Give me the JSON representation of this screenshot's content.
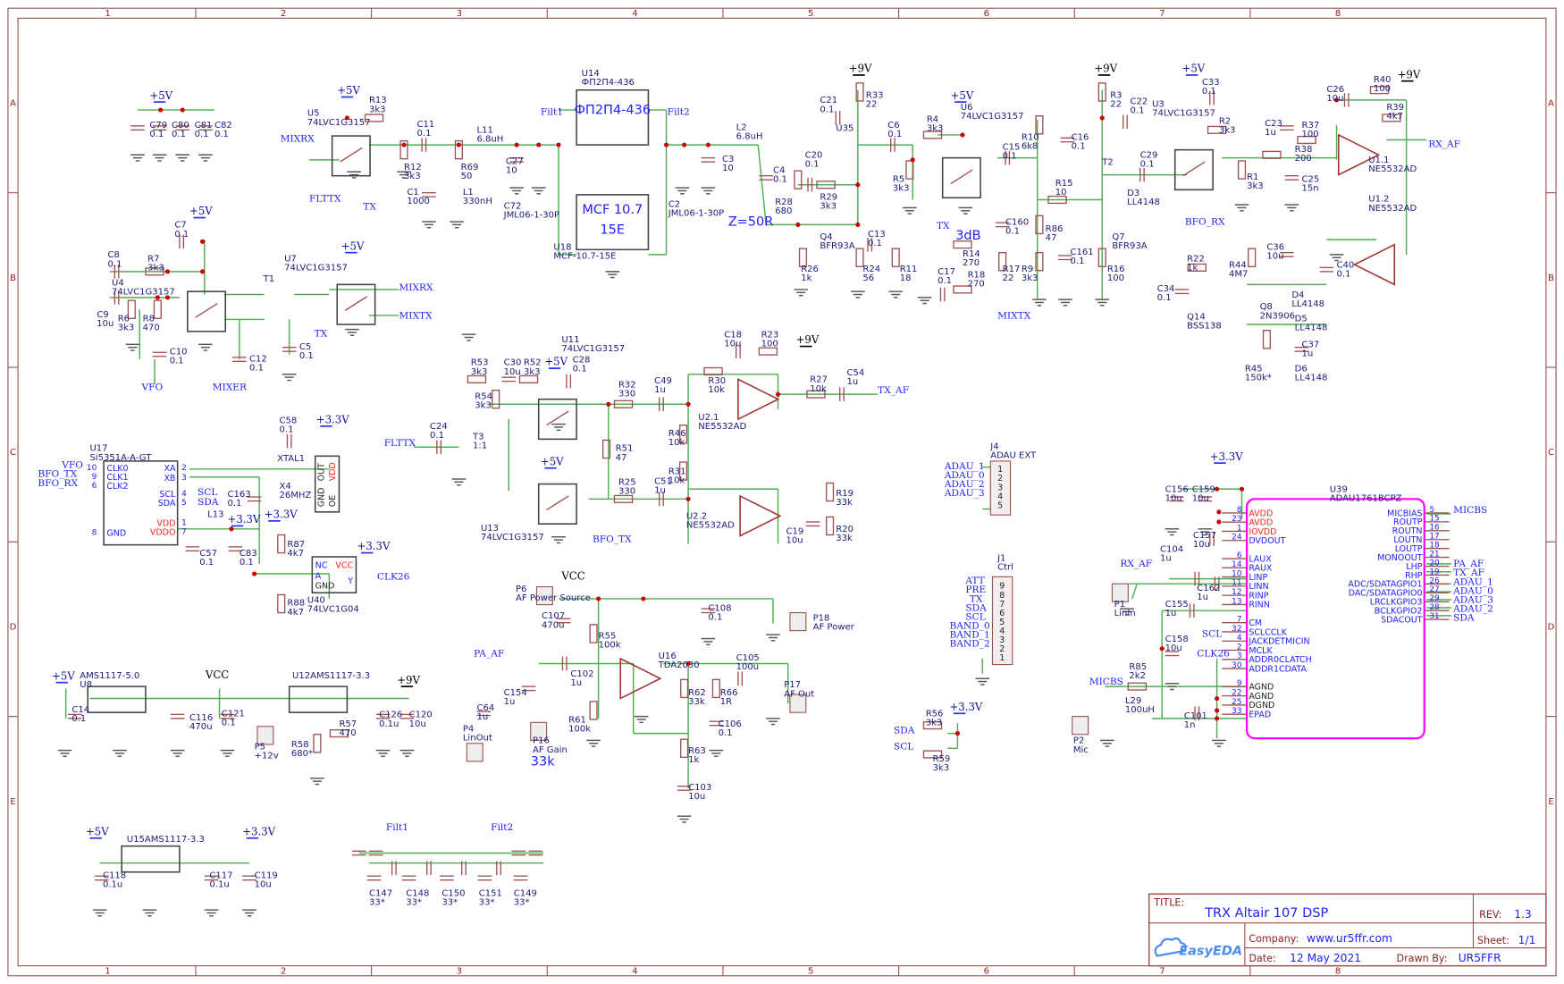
{
  "colors": {
    "wire": "#4fae4f",
    "component": "#a05050",
    "net_label": "#2020ff",
    "junction": "#cc0000",
    "u39_outline": "#ff00ff",
    "frame": "#a05050"
  },
  "grid": {
    "columns": [
      "1",
      "2",
      "3",
      "4",
      "5",
      "6",
      "7",
      "8"
    ],
    "rows": [
      "A",
      "B",
      "C",
      "D",
      "E"
    ]
  },
  "title_block": {
    "title_label": "TITLE:",
    "title": "TRX Altair 107 DSP",
    "rev_label": "REV:",
    "rev": "1.3",
    "company_label": "Company:",
    "company": "www.ur5ffr.com",
    "sheet_label": "Sheet:",
    "sheet": "1/1",
    "date_label": "Date:",
    "date": "12 May 2021",
    "drawn_label": "Drawn By:",
    "drawn": "UR5FFR",
    "logo": "EasyEDA"
  },
  "components": [
    {
      "ref": "C79",
      "value": "0.1"
    },
    {
      "ref": "C80",
      "value": "0.1"
    },
    {
      "ref": "C81",
      "value": "0.1"
    },
    {
      "ref": "C82",
      "value": "0.1"
    },
    {
      "ref": "U5",
      "value": "74LVC1G3157"
    },
    {
      "ref": "R13",
      "value": "3k3"
    },
    {
      "ref": "R12",
      "value": "3k3"
    },
    {
      "ref": "C11",
      "value": "0.1"
    },
    {
      "ref": "R69",
      "value": "50"
    },
    {
      "ref": "L11",
      "value": "6.8uH"
    },
    {
      "ref": "C1",
      "value": "1000"
    },
    {
      "ref": "L1",
      "value": "330nH"
    },
    {
      "ref": "C27",
      "value": "10"
    },
    {
      "ref": "C72",
      "value": "JML06-1-30P"
    },
    {
      "ref": "U14",
      "value": "ФП2П4-436"
    },
    {
      "ref": "U18",
      "value": "MCF-10.7-15E"
    },
    {
      "ref": "C2",
      "value": "JML06-1-30P"
    },
    {
      "ref": "C3",
      "value": "10"
    },
    {
      "ref": "L2",
      "value": "6.8uH"
    },
    {
      "ref": "C4",
      "value": "0.1"
    },
    {
      "ref": "R28",
      "value": "680"
    },
    {
      "ref": "C20",
      "value": "0.1"
    },
    {
      "ref": "R29",
      "value": "3k3"
    },
    {
      "ref": "C21",
      "value": "0.1"
    },
    {
      "ref": "R33",
      "value": "22"
    },
    {
      "ref": "U35",
      "value": ""
    },
    {
      "ref": "C6",
      "value": "0.1"
    },
    {
      "ref": "Q4",
      "value": "BFR93A"
    },
    {
      "ref": "C13",
      "value": "0.1"
    },
    {
      "ref": "R26",
      "value": "1k"
    },
    {
      "ref": "R24",
      "value": "56"
    },
    {
      "ref": "R11",
      "value": "18"
    },
    {
      "ref": "R4",
      "value": "3k3"
    },
    {
      "ref": "U6",
      "value": "74LVC1G3157"
    },
    {
      "ref": "R5",
      "value": "3k3"
    },
    {
      "ref": "R10",
      "value": "6k8"
    },
    {
      "ref": "C15",
      "value": "0.1"
    },
    {
      "ref": "C160",
      "value": "0.1"
    },
    {
      "ref": "R14",
      "value": "270"
    },
    {
      "ref": "R18",
      "value": "270"
    },
    {
      "ref": "C17",
      "value": "0.1"
    },
    {
      "ref": "R17",
      "value": "22"
    },
    {
      "ref": "R9",
      "value": "3k3"
    },
    {
      "ref": "C16",
      "value": "0.1"
    },
    {
      "ref": "R15",
      "value": "10"
    },
    {
      "ref": "R86",
      "value": "47"
    },
    {
      "ref": "C161",
      "value": "0.1"
    },
    {
      "ref": "R3",
      "value": "22"
    },
    {
      "ref": "C22",
      "value": "0.1"
    },
    {
      "ref": "T2",
      "value": ""
    },
    {
      "ref": "C29",
      "value": "0.1"
    },
    {
      "ref": "D3",
      "value": "LL4148"
    },
    {
      "ref": "Q7",
      "value": "BFR93A"
    },
    {
      "ref": "R16",
      "value": "100"
    },
    {
      "ref": "C33",
      "value": "0.1"
    },
    {
      "ref": "U3",
      "value": "74LVC1G3157"
    },
    {
      "ref": "R2",
      "value": "3k3"
    },
    {
      "ref": "R1",
      "value": "3k3"
    },
    {
      "ref": "C23",
      "value": "1u"
    },
    {
      "ref": "R37",
      "value": "100"
    },
    {
      "ref": "R38",
      "value": "200"
    },
    {
      "ref": "C25",
      "value": "15n"
    },
    {
      "ref": "C26",
      "value": "10u"
    },
    {
      "ref": "R40",
      "value": "100"
    },
    {
      "ref": "R39",
      "value": "4k7"
    },
    {
      "ref": "U1.1",
      "value": "NE5532AD"
    },
    {
      "ref": "U1.2",
      "value": "NE5532AD"
    },
    {
      "ref": "C36",
      "value": "10u"
    },
    {
      "ref": "R44",
      "value": "4M7"
    },
    {
      "ref": "R22",
      "value": "1k"
    },
    {
      "ref": "C34",
      "value": "0.1"
    },
    {
      "ref": "Q14",
      "value": "BSS138"
    },
    {
      "ref": "Q8",
      "value": "2N3906"
    },
    {
      "ref": "D4",
      "value": "LL4148"
    },
    {
      "ref": "D5",
      "value": "LL4148"
    },
    {
      "ref": "C37",
      "value": "1u"
    },
    {
      "ref": "D6",
      "value": "LL4148"
    },
    {
      "ref": "R45",
      "value": "150k*"
    },
    {
      "ref": "C40",
      "value": "0.1"
    },
    {
      "ref": "C7",
      "value": "0.1"
    },
    {
      "ref": "C8",
      "value": "0.1"
    },
    {
      "ref": "R7",
      "value": "3k3"
    },
    {
      "ref": "U4",
      "value": "74LVC1G3157"
    },
    {
      "ref": "C9",
      "value": "10u"
    },
    {
      "ref": "R6",
      "value": "3k3"
    },
    {
      "ref": "R8",
      "value": "470"
    },
    {
      "ref": "C10",
      "value": "0.1"
    },
    {
      "ref": "T1",
      "value": ""
    },
    {
      "ref": "C12",
      "value": "0.1"
    },
    {
      "ref": "C5",
      "value": "0.1"
    },
    {
      "ref": "U7",
      "value": "74LVC1G3157"
    },
    {
      "ref": "U11",
      "value": "74LVC1G3157"
    },
    {
      "ref": "R53",
      "value": "3k3"
    },
    {
      "ref": "C30",
      "value": "10u"
    },
    {
      "ref": "R52",
      "value": "3k3"
    },
    {
      "ref": "C28",
      "value": "0.1"
    },
    {
      "ref": "R54",
      "value": "3k3"
    },
    {
      "ref": "C24",
      "value": "0.1"
    },
    {
      "ref": "T3",
      "value": "1:1"
    },
    {
      "ref": "U13",
      "value": "74LVC1G3157"
    },
    {
      "ref": "R32",
      "value": "330"
    },
    {
      "ref": "C49",
      "value": "1u"
    },
    {
      "ref": "R51",
      "value": "47"
    },
    {
      "ref": "R25",
      "value": "330"
    },
    {
      "ref": "C51",
      "value": "1u"
    },
    {
      "ref": "C18",
      "value": "10u"
    },
    {
      "ref": "R23",
      "value": "100"
    },
    {
      "ref": "R30",
      "value": "10k"
    },
    {
      "ref": "R46",
      "value": "10k"
    },
    {
      "ref": "R31",
      "value": "10k"
    },
    {
      "ref": "U2.1",
      "value": "NE5532AD"
    },
    {
      "ref": "R27",
      "value": "10k"
    },
    {
      "ref": "C54",
      "value": "1u"
    },
    {
      "ref": "U2.2",
      "value": "NE5532AD"
    },
    {
      "ref": "R19",
      "value": "33k"
    },
    {
      "ref": "C19",
      "value": "10u"
    },
    {
      "ref": "R20",
      "value": "33k"
    },
    {
      "ref": "U17",
      "value": "Si5351A-A-GT"
    },
    {
      "ref": "C58",
      "value": "0.1"
    },
    {
      "ref": "XTAL1",
      "value": ""
    },
    {
      "ref": "X4",
      "value": "26MHZ"
    },
    {
      "ref": "C163",
      "value": "0.1"
    },
    {
      "ref": "L13",
      "value": ""
    },
    {
      "ref": "C57",
      "value": "0.1"
    },
    {
      "ref": "C83",
      "value": "0.1"
    },
    {
      "ref": "R87",
      "value": "4k7"
    },
    {
      "ref": "R88",
      "value": "4k7"
    },
    {
      "ref": "U40",
      "value": "74LVC1G04"
    },
    {
      "ref": "C14",
      "value": "0.1"
    },
    {
      "ref": "C116",
      "value": "470u"
    },
    {
      "ref": "C121",
      "value": "0.1"
    },
    {
      "ref": "P5",
      "value": "+12v"
    },
    {
      "ref": "R57",
      "value": "470"
    },
    {
      "ref": "R58",
      "value": "680*"
    },
    {
      "ref": "C126",
      "value": "0.1u"
    },
    {
      "ref": "C120",
      "value": "10u"
    },
    {
      "ref": "C118",
      "value": "0.1u"
    },
    {
      "ref": "C117",
      "value": "0.1u"
    },
    {
      "ref": "C119",
      "value": "10u"
    },
    {
      "ref": "C147",
      "value": "33*"
    },
    {
      "ref": "C148",
      "value": "33*"
    },
    {
      "ref": "C150",
      "value": "33*"
    },
    {
      "ref": "C151",
      "value": "33*"
    },
    {
      "ref": "C149",
      "value": "33*"
    },
    {
      "ref": "P6",
      "value": "AF Power Source"
    },
    {
      "ref": "C107",
      "value": "470u"
    },
    {
      "ref": "R55",
      "value": "100k"
    },
    {
      "ref": "C108",
      "value": "0.1"
    },
    {
      "ref": "P18",
      "value": "AF Power"
    },
    {
      "ref": "U16",
      "value": "TDA2030"
    },
    {
      "ref": "C102",
      "value": "1u"
    },
    {
      "ref": "C64",
      "value": "1u"
    },
    {
      "ref": "C154",
      "value": "1u"
    },
    {
      "ref": "P4",
      "value": "LinOut"
    },
    {
      "ref": "P16",
      "value": "AF Gain"
    },
    {
      "ref": "R61",
      "value": "100k"
    },
    {
      "ref": "R62",
      "value": "33k"
    },
    {
      "ref": "R66",
      "value": "1R"
    },
    {
      "ref": "C105",
      "value": "100u"
    },
    {
      "ref": "P17",
      "value": "AF Out"
    },
    {
      "ref": "C106",
      "value": "0.1"
    },
    {
      "ref": "R63",
      "value": "1k"
    },
    {
      "ref": "C103",
      "value": "10u"
    },
    {
      "ref": "J4",
      "value": "ADAU EXT"
    },
    {
      "ref": "J1",
      "value": "Ctrl"
    },
    {
      "ref": "R56",
      "value": "3k3"
    },
    {
      "ref": "R59",
      "value": "3k3"
    },
    {
      "ref": "C156",
      "value": "10u"
    },
    {
      "ref": "C159",
      "value": "10u"
    },
    {
      "ref": "C157",
      "value": "10u"
    },
    {
      "ref": "C104",
      "value": "1u"
    },
    {
      "ref": "C162",
      "value": "1u"
    },
    {
      "ref": "P1",
      "value": "LinIn"
    },
    {
      "ref": "C155",
      "value": "1u"
    },
    {
      "ref": "C158",
      "value": "10u"
    },
    {
      "ref": "R85",
      "value": "2k2"
    },
    {
      "ref": "C101",
      "value": "1n"
    },
    {
      "ref": "L29",
      "value": "100uH"
    },
    {
      "ref": "P2",
      "value": "Mic"
    },
    {
      "ref": "U39",
      "value": "ADAU1761BCPZ"
    },
    {
      "ref": "U12AMS1117-3.3",
      "value": ""
    },
    {
      "ref": "AMS1117-5.0",
      "value": "U8"
    },
    {
      "ref": "U15AMS1117-3.3",
      "value": ""
    }
  ],
  "nets": [
    "MIXRX",
    "FLTTX",
    "TX",
    "Filt1",
    "Filt2",
    "MIXRX",
    "MIXTX",
    "TX",
    "VFO",
    "MIXER",
    "MIXTX",
    "TX",
    "BFO_RX",
    "RX_AF",
    "FLTTX",
    "BFO_TX",
    "TX_AF",
    "VFO",
    "BFO_TX",
    "BFO_RX",
    "SCL",
    "SDA",
    "CLK26",
    "PA_AF",
    "Filt1",
    "Filt2",
    "ADAU_1",
    "ADAU_0",
    "ADAU_2",
    "ADAU_3",
    "ATT",
    "PRE",
    "TX",
    "SDA",
    "SCL",
    "BAND_0",
    "BAND_1",
    "BAND_2",
    "SDA",
    "SCL",
    "RX_AF",
    "SCL",
    "CLK26",
    "MICBS",
    "MICBS",
    "PA_AF",
    "TX_AF",
    "ADAU_1",
    "ADAU_0",
    "ADAU_3",
    "ADAU_2",
    "SDA"
  ],
  "power": [
    "+5V",
    "+5V",
    "+5V",
    "+5V",
    "+9V",
    "+5V",
    "+9V",
    "+5V",
    "+9V",
    "+5V",
    "+5V",
    "+9V",
    "+3.3V",
    "+3.3V",
    "+3.3V",
    "+3.3V",
    "+5V",
    "VCC",
    "+9V",
    "+5V",
    "+3.3V",
    "VCC",
    "+3.3V",
    "+3.3V"
  ],
  "annotations": [
    "Z=50R",
    "3dB",
    "33k"
  ],
  "blocks": {
    "u14_body": "ФП2П4-436",
    "u18_body_1": "MCF 10.7",
    "u18_body_2": "15E",
    "x4_pins": [
      "OUT",
      "VDD",
      "GND",
      "OE"
    ]
  },
  "si5351": {
    "left": [
      {
        "n": "10",
        "l": "CLK0"
      },
      {
        "n": "9",
        "l": "CLK1"
      },
      {
        "n": "6",
        "l": "CLK2"
      },
      {
        "n": "8",
        "l": "GND"
      }
    ],
    "right": [
      {
        "n": "2",
        "l": "XA"
      },
      {
        "n": "3",
        "l": "XB"
      },
      {
        "n": "4",
        "l": "SCL"
      },
      {
        "n": "5",
        "l": "SDA"
      },
      {
        "n": "1",
        "l": "VDD"
      },
      {
        "n": "7",
        "l": "VDDO"
      }
    ]
  },
  "u40": {
    "pins": [
      "NC",
      "A",
      "GND",
      "VCC",
      "Y"
    ]
  },
  "j4": {
    "pins": [
      "1",
      "2",
      "3",
      "4",
      "5"
    ]
  },
  "j1": {
    "pins": [
      "9",
      "8",
      "7",
      "6",
      "5",
      "4",
      "3",
      "2",
      "1"
    ]
  },
  "u39": {
    "left": [
      {
        "n": "8",
        "l": "AVDD",
        "p": 1
      },
      {
        "n": "23",
        "l": "AVDD",
        "p": 1
      },
      {
        "n": "1",
        "l": "IOVDD",
        "p": 1
      },
      {
        "n": "24",
        "l": "DVDOUT"
      },
      null,
      {
        "n": "6",
        "l": "LAUX"
      },
      {
        "n": "14",
        "l": "RAUX"
      },
      {
        "n": "10",
        "l": "LINP"
      },
      {
        "n": "11",
        "l": "LINN"
      },
      {
        "n": "12",
        "l": "RINP"
      },
      {
        "n": "13",
        "l": "RINN"
      },
      null,
      {
        "n": "7",
        "l": "CM"
      },
      {
        "n": "32",
        "l": "SCLCCLK"
      },
      {
        "n": "4",
        "l": "JACKDETMICIN"
      },
      {
        "n": "2",
        "l": "MCLK"
      },
      {
        "n": "3",
        "l": "ADDR0CLATCH"
      },
      {
        "n": "30",
        "l": "ADDR1CDATA"
      },
      null,
      {
        "n": "9",
        "l": "AGND",
        "g": 1
      },
      {
        "n": "22",
        "l": "AGND",
        "g": 1
      },
      {
        "n": "25",
        "l": "DGND",
        "g": 1
      },
      {
        "n": "33",
        "l": "EPAD"
      }
    ],
    "right": [
      {
        "n": "5",
        "l": "MICBIAS"
      },
      {
        "n": "15",
        "l": "ROUTP"
      },
      {
        "n": "16",
        "l": "ROUTN"
      },
      {
        "n": "17",
        "l": "LOUTN"
      },
      {
        "n": "18",
        "l": "LOUTP"
      },
      {
        "n": "21",
        "l": "MONOOUT"
      },
      {
        "n": "20",
        "l": "LHP"
      },
      {
        "n": "19",
        "l": "RHP"
      },
      {
        "n": "26",
        "l": "ADC/SDATAGPIO1"
      },
      {
        "n": "27",
        "l": "DAC/SDATAGPIO0"
      },
      {
        "n": "29",
        "l": "LRCLKGPIO3"
      },
      {
        "n": "28",
        "l": "BCLKGPIO2"
      },
      {
        "n": "31",
        "l": "SDACOUT"
      }
    ]
  }
}
